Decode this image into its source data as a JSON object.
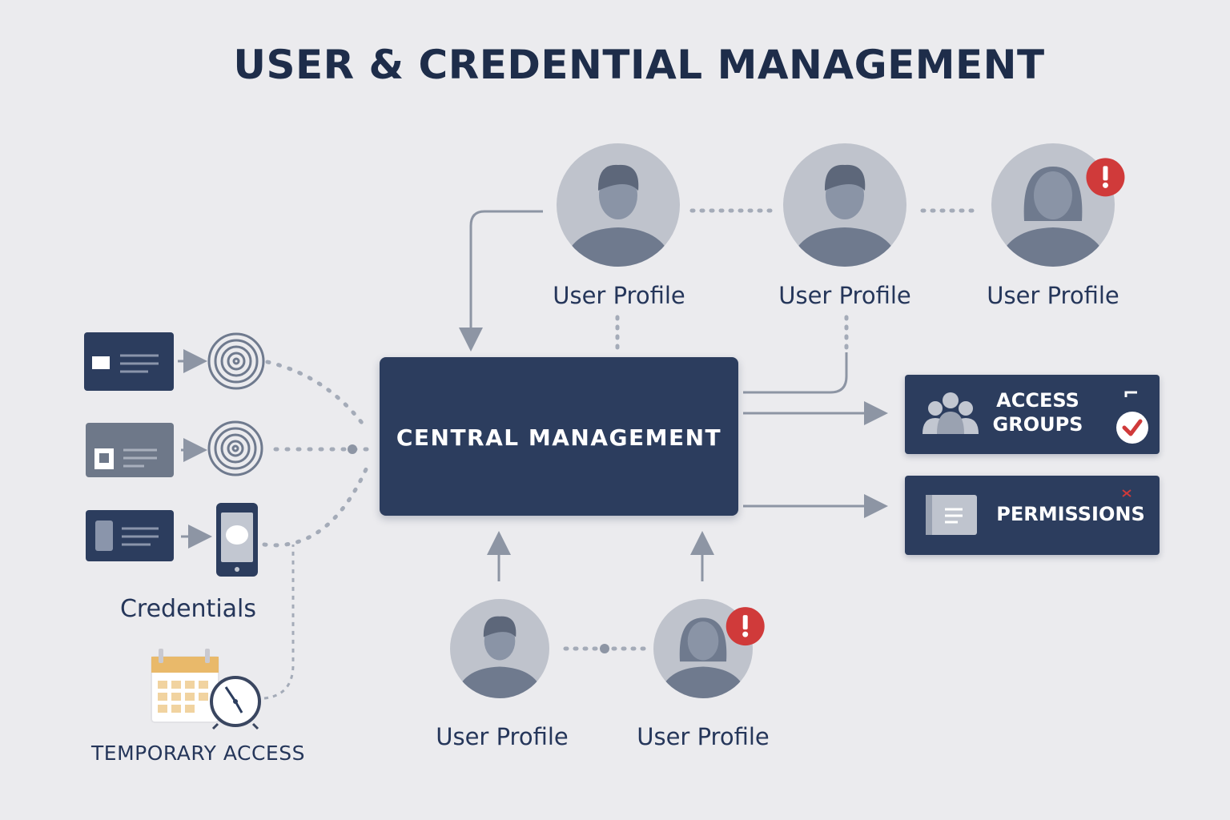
{
  "title": "USER & CREDENTIAL MANAGEMENT",
  "central": {
    "label": "CENTRAL MANAGEMENT"
  },
  "top_profiles": [
    {
      "label": "User Profile",
      "gender": "male",
      "alert": false
    },
    {
      "label": "User Profile",
      "gender": "male",
      "alert": false
    },
    {
      "label": "User Profile",
      "gender": "female",
      "alert": true
    }
  ],
  "bottom_profiles": [
    {
      "label": "User Profile",
      "gender": "male",
      "alert": false
    },
    {
      "label": "User Profile",
      "gender": "female",
      "alert": true
    }
  ],
  "right_boxes": {
    "access_groups": {
      "line1": "ACCESS",
      "line2": "GROUPS",
      "status": "check"
    },
    "permissions": {
      "label": "PERMISSIONS"
    }
  },
  "credentials": {
    "label": "Credentials",
    "items": [
      {
        "card": "chat-card",
        "method": "fingerprint"
      },
      {
        "card": "photo-card",
        "method": "fingerprint"
      },
      {
        "card": "device-card",
        "method": "mobile-face"
      }
    ]
  },
  "temporary_access": {
    "label": "TEMPORARY ACCESS"
  },
  "colors": {
    "navy": "#2c3d5e",
    "text": "#25365a",
    "avatar_bg": "#bfc3cc",
    "avatar_figure": "#6f7a8e",
    "alert": "#d03a3a",
    "connector": "#8d95a4",
    "calendar": "#e9b96a"
  }
}
